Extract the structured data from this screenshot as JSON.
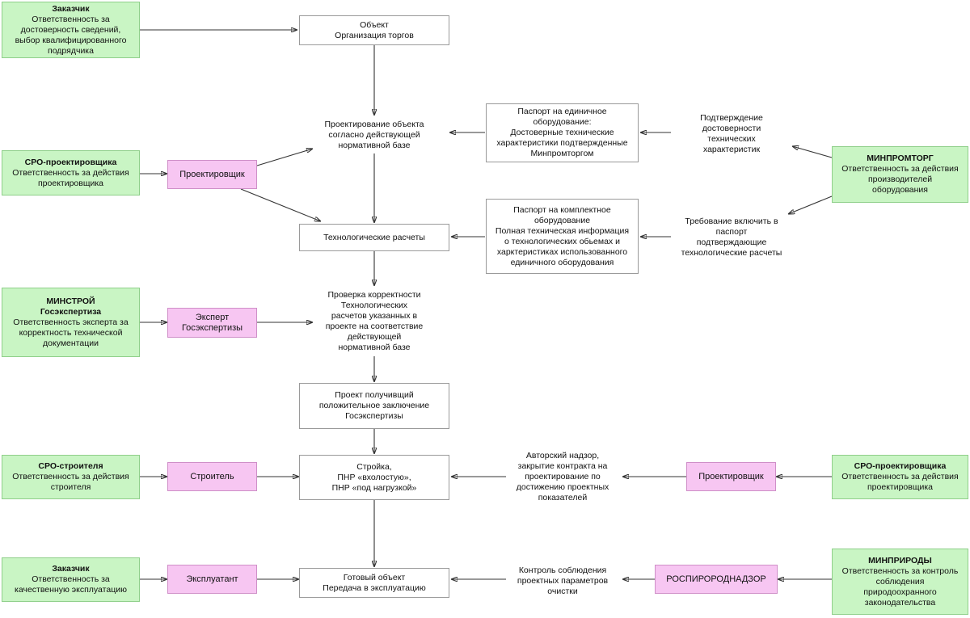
{
  "nodes": {
    "zakazchik_top": {
      "title": "Заказчик",
      "lines": [
        "Ответственность за",
        "достоверность сведений,",
        "выбор квалифицированного",
        "подрядчика"
      ]
    },
    "object": {
      "lines": [
        "Объект",
        "Организация торгов"
      ]
    },
    "design": {
      "lines": [
        "Проектирование объекта",
        "согласно действующей",
        "нормативной базе"
      ]
    },
    "passport_single": {
      "lines": [
        "Паспорт на единичное",
        "оборудование:",
        "Достоверные технические",
        "характеристики подтвержденные",
        "Минпромторгом"
      ]
    },
    "confirm": {
      "lines": [
        "Подтверждение",
        "достоверности",
        "технических",
        "характеристик"
      ]
    },
    "minpromtorg": {
      "title": "МИНПРОМТОРГ",
      "lines": [
        "Ответственность за действия",
        "производителей",
        "оборудования"
      ]
    },
    "sro_design_left": {
      "title": "СРО-проектировщика",
      "lines": [
        "Ответственность за действия",
        "проектировщика"
      ]
    },
    "designer_left": {
      "lines": [
        "Проектировщик"
      ]
    },
    "passport_complex": {
      "lines": [
        "Паспорт на комплектное",
        "оборудование",
        "Полная техническая информация",
        "о технологических обьемах и",
        "харктеристиках использованного",
        "единичного оборудования"
      ]
    },
    "tech_calc": {
      "lines": [
        "Технологические расчеты"
      ]
    },
    "requirement": {
      "lines": [
        "Требование включить в",
        "паспорт",
        "подтверждающие",
        "технологические расчеты"
      ]
    },
    "minstroy": {
      "title": "МИНСТРОЙ",
      "title2": "Госэкспертиза",
      "lines": [
        "Ответственность эксперта за",
        "корректность технической",
        "документации"
      ]
    },
    "expert": {
      "lines": [
        "Эксперт",
        "Госэкспертизы"
      ]
    },
    "check": {
      "lines": [
        "Проверка корректности",
        "Технологических",
        "расчетов указанных в",
        "проекте на соответствие",
        "действующей",
        "нормативной базе"
      ]
    },
    "approved": {
      "lines": [
        "Проект получивщий",
        "положительное заключение",
        "Госэкспертизы"
      ]
    },
    "sro_builder": {
      "title": "СРО-строителя",
      "lines": [
        "Ответственность за действия",
        "строителя"
      ]
    },
    "builder": {
      "lines": [
        "Строитель"
      ]
    },
    "construction": {
      "lines": [
        "Стройка,",
        "ПНР «вхолостую»,",
        "ПНР «под нагрузкой»"
      ]
    },
    "supervision": {
      "lines": [
        "Авторский надзор,",
        "закрытие контракта на",
        "проектирование по",
        "достижению проектных",
        "показателей"
      ]
    },
    "designer_right": {
      "lines": [
        "Проектировщик"
      ]
    },
    "sro_design_right": {
      "title": "СРО-проектировщика",
      "lines": [
        "Ответственность за действия",
        "проектировщика"
      ]
    },
    "zakazchik_bottom": {
      "title": "Заказчик",
      "lines": [
        "Ответственность за",
        "качественную эксплуатацию"
      ]
    },
    "operator": {
      "lines": [
        "Эксплуатант"
      ]
    },
    "ready": {
      "lines": [
        "Готовый объект",
        "Передача в эксплуатацию"
      ]
    },
    "control": {
      "lines": [
        "Контроль соблюдения",
        "проектных параметров",
        "очистки"
      ]
    },
    "rosprirod": {
      "lines": [
        "РОСПИРОРОДНАДЗОР"
      ]
    },
    "minprirody": {
      "title": "МИНПРИРОДЫ",
      "lines": [
        "Ответственность за контроль",
        "соблюдения",
        "природоохранного",
        "законодательства"
      ]
    }
  },
  "colors": {
    "responsible_party": "#c9f5c4",
    "actor": "#f7c6f2",
    "process": "#ffffff",
    "arrow": "#333333"
  }
}
